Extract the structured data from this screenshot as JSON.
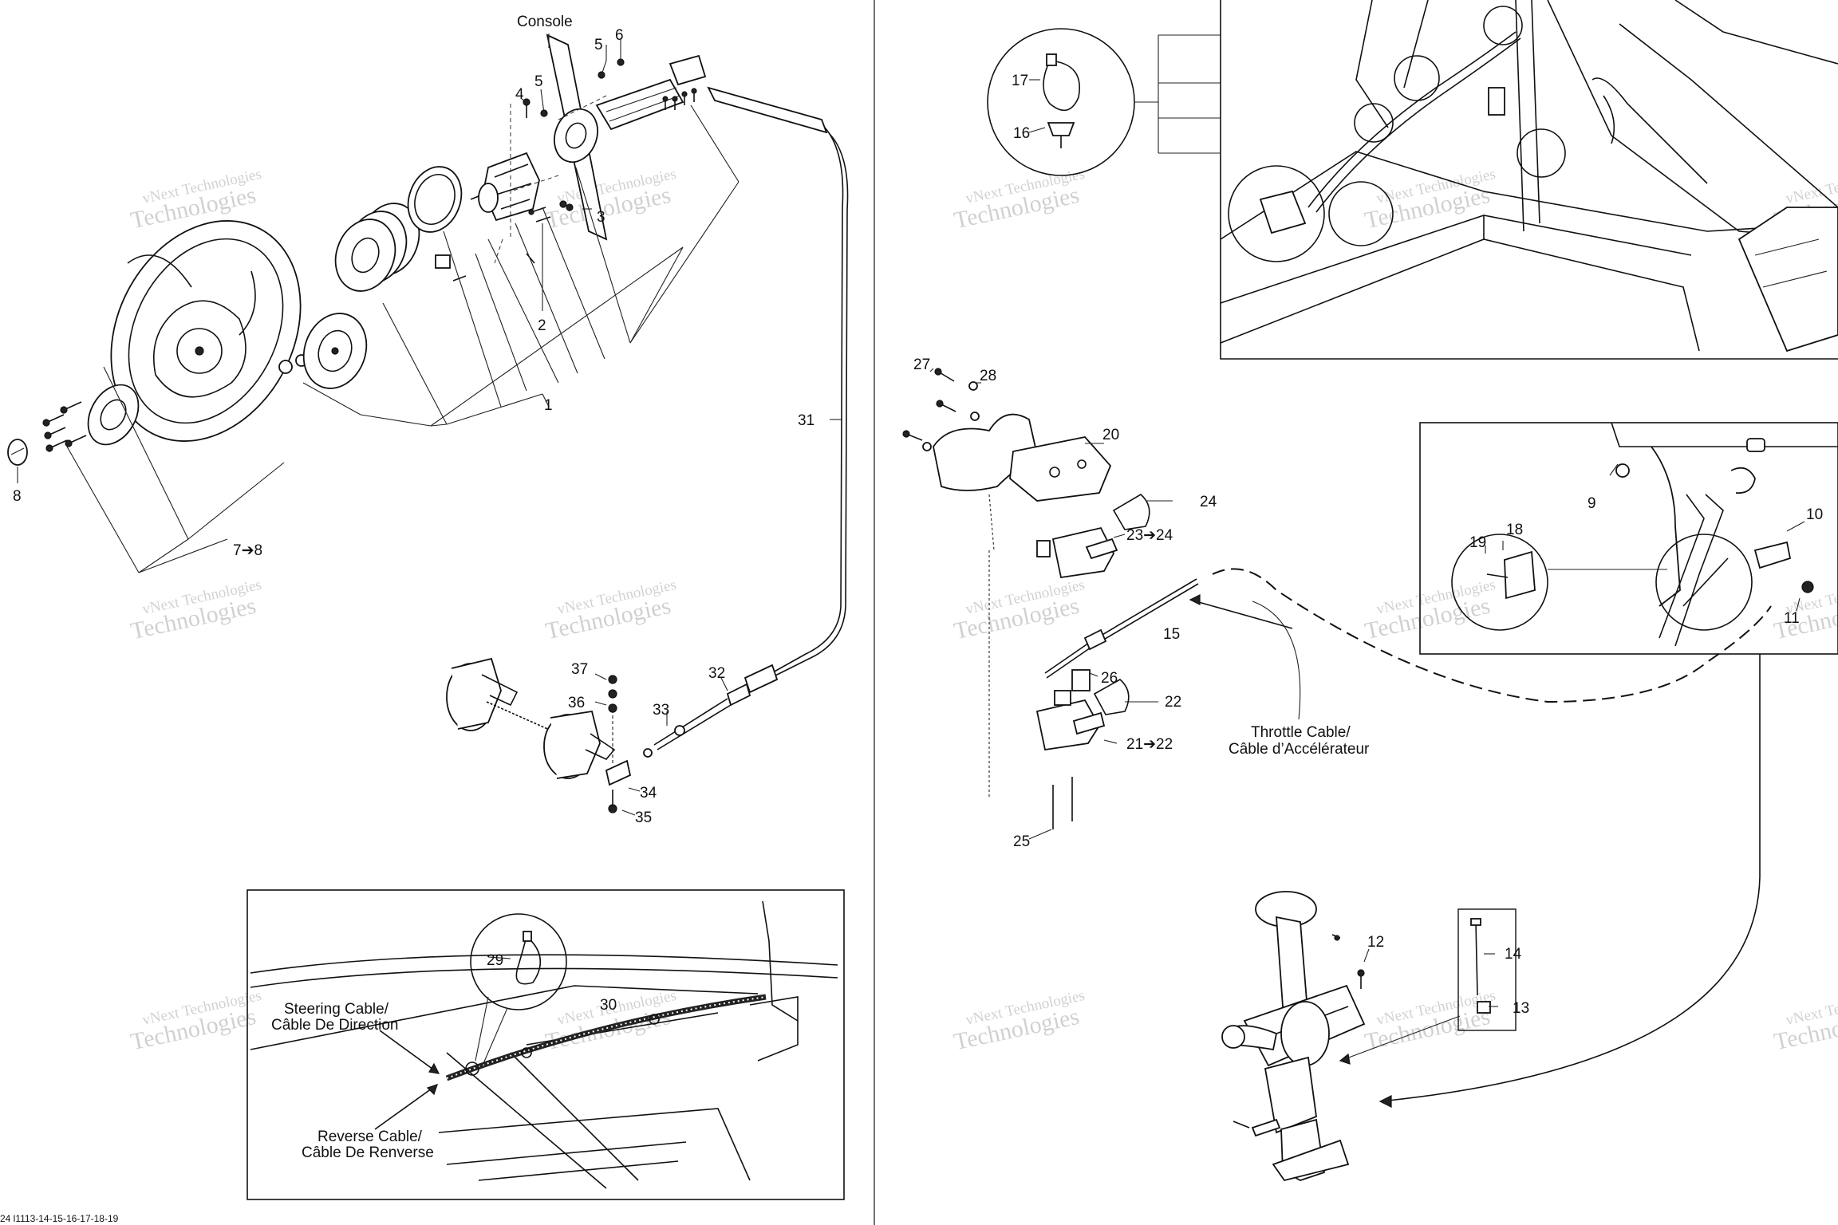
{
  "watermark": {
    "line1": "vNext Technologies",
    "line2": "Technologies"
  },
  "footer": "24 l1113-14-15-16-17-18-19",
  "labels": {
    "console": "Console",
    "throttle_en": "Throttle Cable/",
    "throttle_fr": "Câble d’Accélérateur",
    "steering_en": "Steering Cable/",
    "steering_fr": "Câble De Direction",
    "reverse_en": "Reverse Cable/",
    "reverse_fr": "Câble De Renverse"
  },
  "callouts": {
    "c1": "1",
    "c2": "2",
    "c3": "3",
    "c4": "4",
    "c5a": "5",
    "c5b": "5",
    "c6": "6",
    "c7_8": "7➔8",
    "c8": "8",
    "c9": "9",
    "c10": "10",
    "c11": "11",
    "c12": "12",
    "c13": "13",
    "c14": "14",
    "c15": "15",
    "c16": "16",
    "c17": "17",
    "c18": "18",
    "c19": "19",
    "c20": "20",
    "c21_22": "21➔22",
    "c22": "22",
    "c23_24": "23➔24",
    "c24": "24",
    "c25": "25",
    "c26": "26",
    "c27": "27",
    "c28": "28",
    "c29": "29",
    "c30": "30",
    "c31": "31",
    "c32": "32",
    "c33": "33",
    "c34": "34",
    "c35": "35",
    "c36": "36",
    "c37": "37"
  }
}
